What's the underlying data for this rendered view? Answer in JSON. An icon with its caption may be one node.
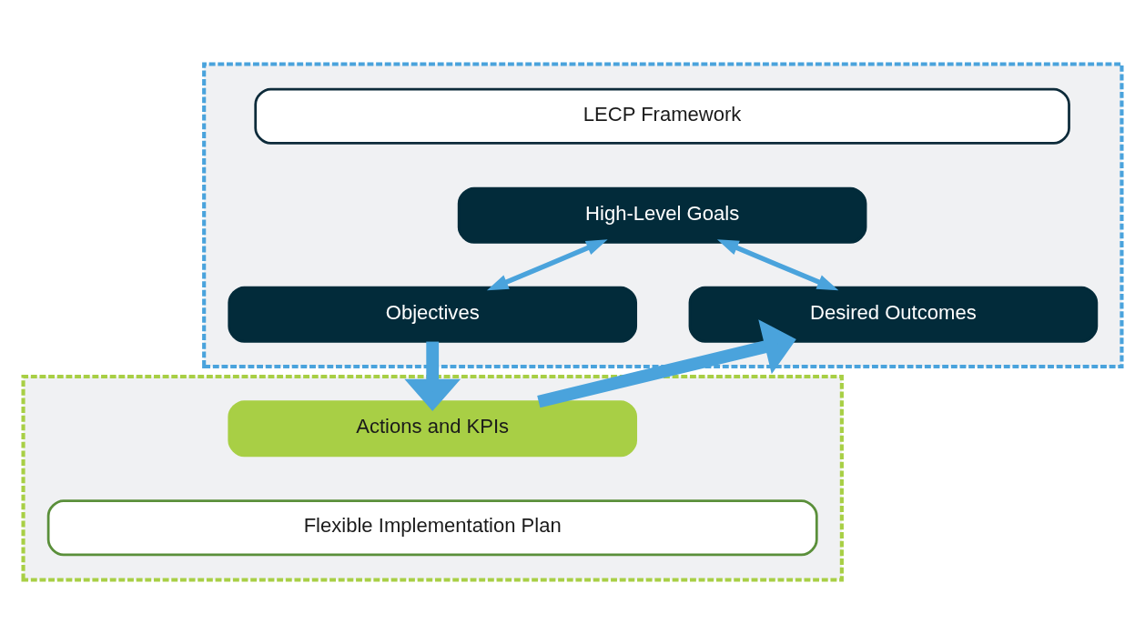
{
  "diagram": {
    "nodes": [
      {
        "text": [],
        "shape": "box"
      },
      {
        "text": [
          "LECP Framework"
        ],
        "in": 0
      },
      {
        "text": [
          "High-Level Goals"
        ],
        "in": 0
      },
      {
        "text": [
          "Objectives"
        ],
        "in": 0
      },
      {
        "text": [
          "Desired Outcomes"
        ],
        "in": 0
      },
      {
        "text": [],
        "shape": "box"
      },
      {
        "text": [
          "Actions and KPIs"
        ],
        "in": 5
      },
      {
        "text": [
          "Flexible Implementation Plan"
        ],
        "in": 5
      }
    ],
    "edges": [
      {
        "from": 2,
        "to": 3,
        "arrow": "both"
      },
      {
        "from": 2,
        "to": 4,
        "arrow": "both"
      },
      {
        "from": 3,
        "to": 6,
        "arrow": "to",
        "style": "thick"
      },
      {
        "from": 6,
        "to": 4,
        "arrow": "to",
        "style": "thick"
      }
    ]
  }
}
